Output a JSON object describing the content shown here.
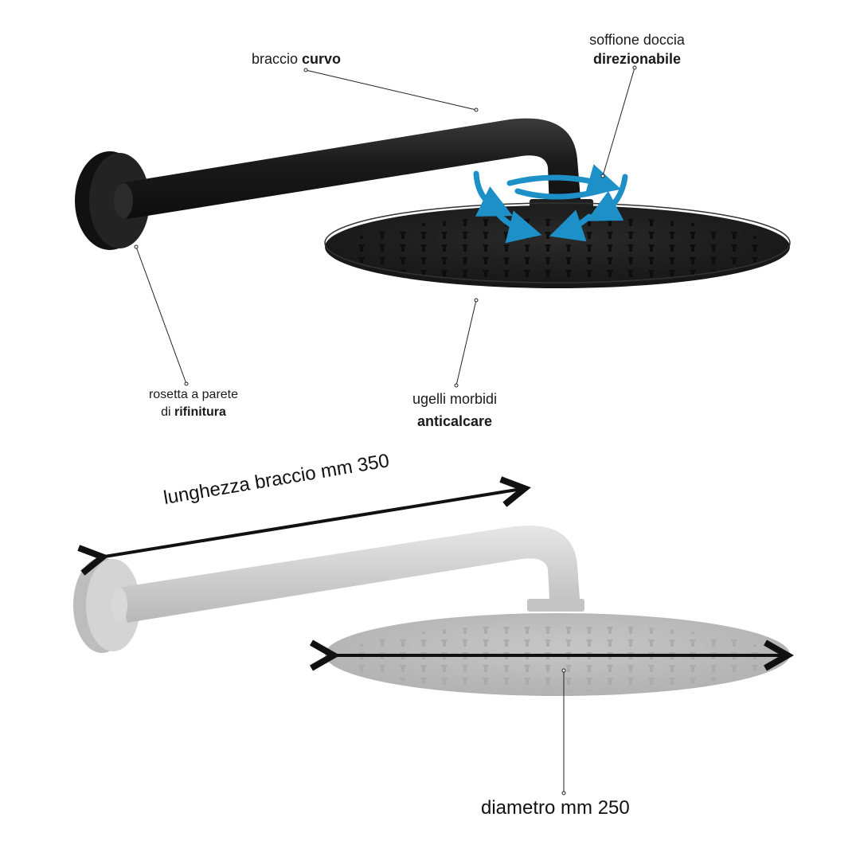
{
  "colors": {
    "product_dark": "#1e1e1e",
    "product_light": "#c8c8c8",
    "rotation_arrows": "#1e90c8",
    "text": "#1a1a1a",
    "background": "#ffffff"
  },
  "callouts": {
    "arm": {
      "normal": "braccio ",
      "bold": "curvo"
    },
    "head": {
      "line1": "soffione doccia",
      "bold": "direzionabile"
    },
    "rosette": {
      "line1": "rosetta a parete",
      "normal2": "di ",
      "bold": "rifinitura"
    },
    "nozzles": {
      "line1": "ugelli morbidi",
      "bold": "anticalcare"
    }
  },
  "dimensions": {
    "arm_length": "lunghezza braccio mm 350",
    "diameter": "diametro mm 250"
  },
  "icons": {
    "rotation": "rotation-arrows-icon"
  }
}
